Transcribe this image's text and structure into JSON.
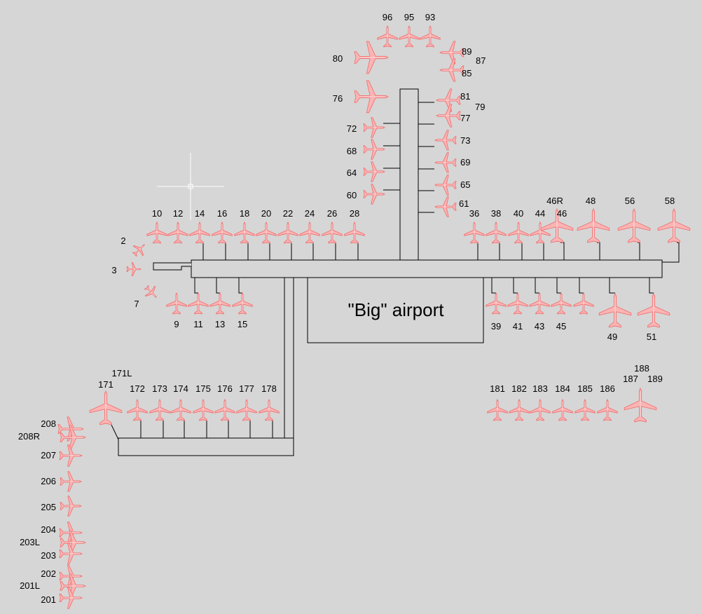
{
  "diagram": {
    "title": "\"Big\" airport",
    "colors": {
      "background": "#d6d6d6",
      "building_stroke": "#000000",
      "aircraft_fill": "#fbb4b4",
      "aircraft_stroke": "#f06a6a",
      "cursor": "#ffffff"
    },
    "icons": [
      "aircraft-icon",
      "crosshair-cursor-icon"
    ]
  },
  "gates": {
    "pier_north": [
      "96",
      "95",
      "93",
      "80",
      "89",
      "87",
      "85",
      "76",
      "81",
      "79",
      "77",
      "72",
      "73",
      "68",
      "69",
      "64",
      "65",
      "60",
      "61"
    ],
    "main_north_west": [
      "10",
      "12",
      "14",
      "16",
      "18",
      "20",
      "22",
      "24",
      "26",
      "28"
    ],
    "main_north_east": [
      "36",
      "38",
      "40",
      "44",
      "46R",
      "46",
      "48",
      "56",
      "58"
    ],
    "west_end": [
      "2",
      "3",
      "7"
    ],
    "main_south_west": [
      "9",
      "11",
      "13",
      "15"
    ],
    "main_south_east": [
      "39",
      "41",
      "43",
      "45",
      "49",
      "51"
    ],
    "southwest_pier": [
      "171L",
      "171",
      "172",
      "173",
      "174",
      "175",
      "176",
      "177",
      "178"
    ],
    "remote_east": [
      "181",
      "182",
      "183",
      "184",
      "185",
      "186",
      "188",
      "187",
      "189"
    ],
    "remote_west": [
      "208",
      "208R",
      "207",
      "206",
      "205",
      "204",
      "203L",
      "203",
      "202",
      "201L",
      "201"
    ]
  }
}
